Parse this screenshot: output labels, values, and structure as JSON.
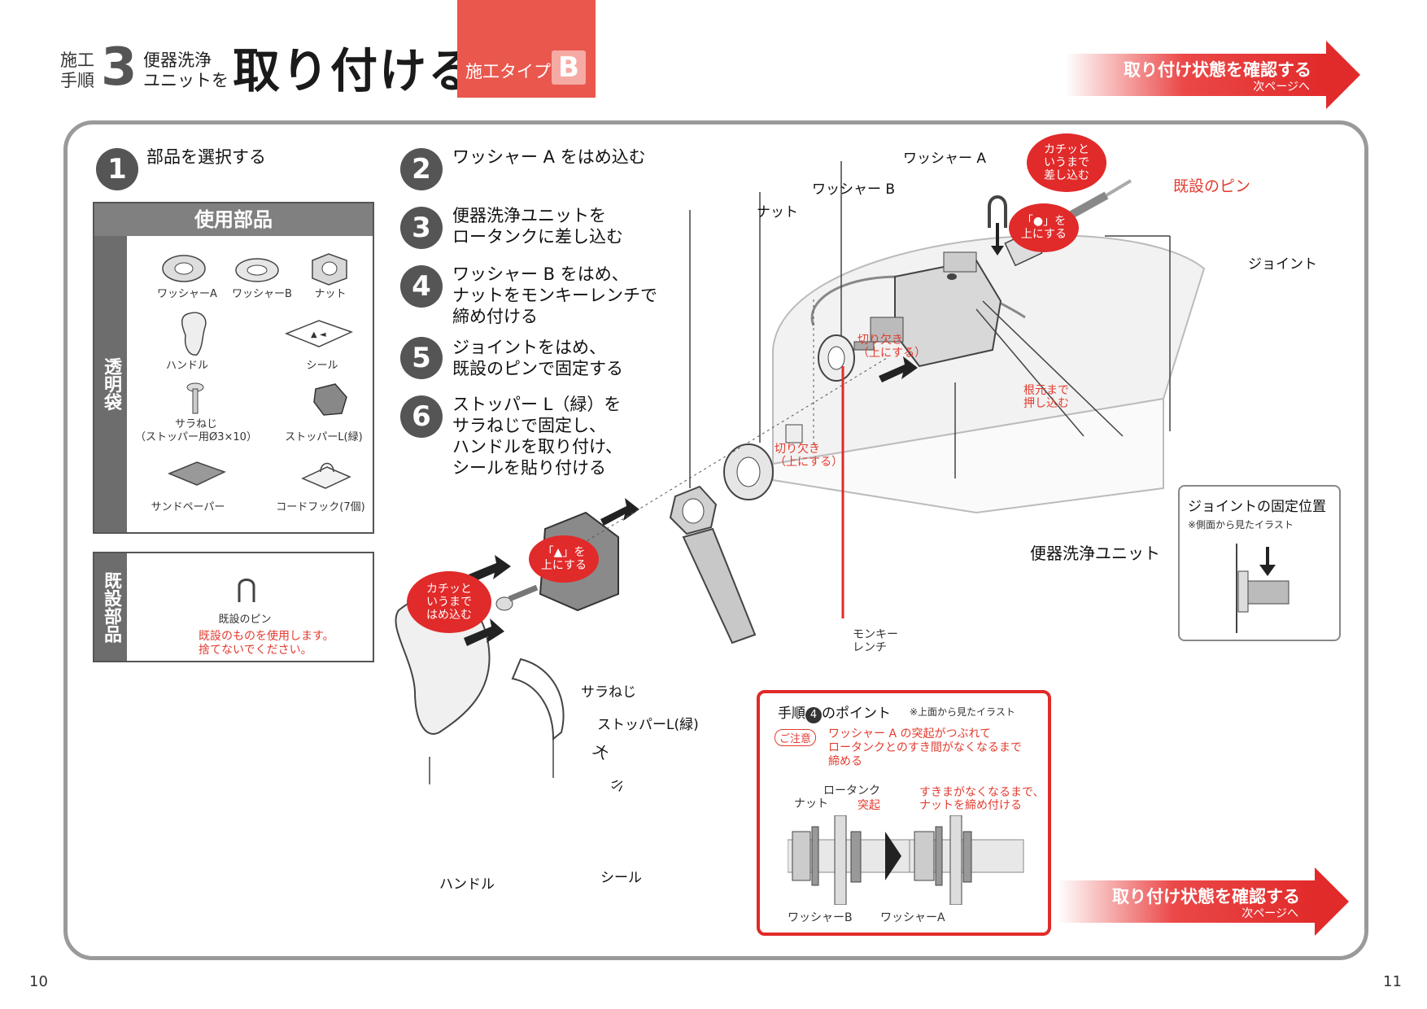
{
  "header": {
    "step_prefix_1": "施工",
    "step_prefix_2": "手順",
    "step_number": "3",
    "step_sub_1": "便器洗浄",
    "step_sub_2": "ユニットを",
    "title": "取り付ける",
    "type_label": "施工タイプ",
    "type_letter": "B",
    "next_title": "取り付け状態を確認する",
    "next_sub": "次ページへ"
  },
  "steps": [
    {
      "num": "1",
      "text": "部品を選択する"
    },
    {
      "num": "2",
      "text": "ワッシャー A をはめ込む"
    },
    {
      "num": "3",
      "text": "便器洗浄ユニットを\nロータンクに差し込む"
    },
    {
      "num": "4",
      "text": "ワッシャー B をはめ、\nナットをモンキーレンチで\n締め付ける"
    },
    {
      "num": "5",
      "text": "ジョイントをはめ、\n既設のピンで固定する"
    },
    {
      "num": "6",
      "text": "ストッパー L（緑）を\nサラねじで固定し、\nハンドルを取り付け、\nシールを貼り付ける"
    }
  ],
  "parts_panel": {
    "title": "使用部品",
    "side_label": "透明袋",
    "items": [
      "ワッシャーA",
      "ワッシャーB",
      "ナット",
      "ハンドル",
      "シール",
      "サラねじ\n（ストッパー用Ø3×10）",
      "ストッパーL(緑)",
      "サンドペーパー",
      "コードフック(7個)"
    ]
  },
  "existing_panel": {
    "side_label": "既設部品",
    "item": "既設のピン",
    "note": "既設のものを使用します。\n捨てないでください。"
  },
  "diagram": {
    "washer_a": "ワッシャー A",
    "washer_b": "ワッシャー B",
    "nut": "ナット",
    "existing_pin": "既設のピン",
    "joint": "ジョイント",
    "bubble_click_insert": "カチッと\nいうまで\n差し込む",
    "bubble_dot_up": "「●」を\n上にする",
    "notch_up_1": "切り欠き\n（上にする）",
    "notch_up_2": "切り欠き\n（上にする）",
    "push_to_base": "根元まで\n押し込む",
    "unit": "便器洗浄ユニット",
    "wrench": "モンキー\nレンチ",
    "bubble_triangle_up": "「▲」を\n上にする",
    "bubble_click_fit": "カチッと\nいうまで\nはめ込む",
    "screw": "サラねじ",
    "stopper": "ストッパーL(緑)",
    "handle": "ハンドル",
    "seal": "シール",
    "seal_big": "大",
    "seal_small": "小"
  },
  "joint_box": {
    "title": "ジョイントの固定位置",
    "note": "※側面から見たイラスト"
  },
  "point_box": {
    "title_pre": "手順",
    "title_num": "4",
    "title_post": "のポイント",
    "side_note": "※上面から見たイラスト",
    "caution_label": "ご注意",
    "caution_text": "ワッシャー A の突起がつぶれて\nロータンクとのすき間がなくなるまで\n締める",
    "low_tank": "ロータンク",
    "nut": "ナット",
    "protrusion": "突起",
    "tighten_note": "すきまがなくなるまで、\nナットを締め付ける",
    "washer_b": "ワッシャーB",
    "washer_a": "ワッシャーA"
  },
  "footer": {
    "page_left": "10",
    "page_right": "11",
    "next_title": "取り付け状態を確認する",
    "next_sub": "次ページへ"
  },
  "colors": {
    "accent_red": "#e12a2a",
    "type_box": "#e9574d",
    "gray_dark": "#555555",
    "frame": "#9a9a9a"
  }
}
